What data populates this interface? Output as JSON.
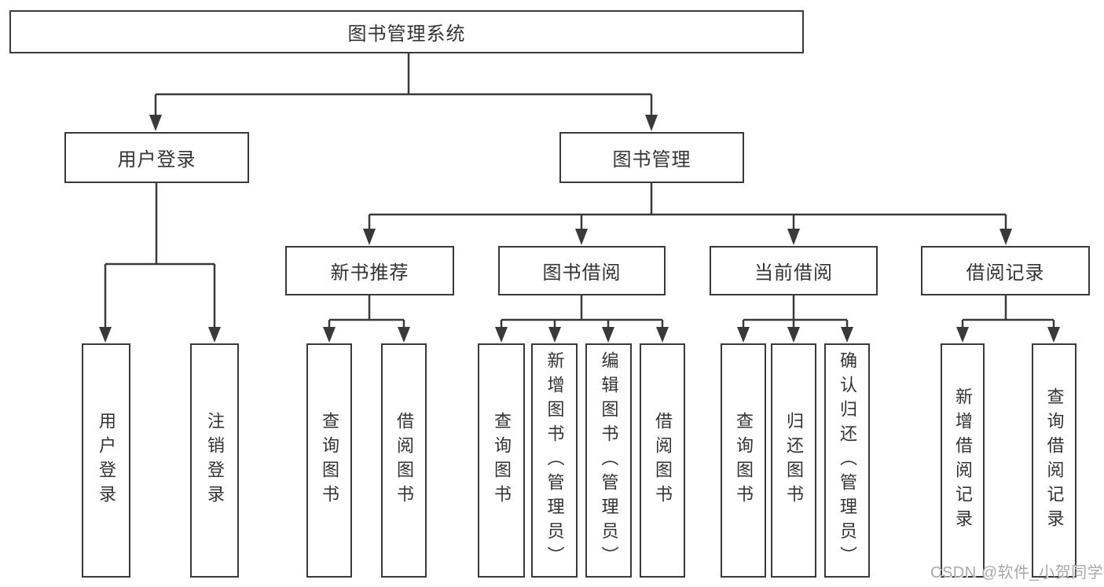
{
  "diagram_type": "hierarchy-tree",
  "tree": {
    "root": {
      "label": "图书管理系统"
    },
    "branches": [
      {
        "label": "用户登录",
        "leaves": [
          "用户登录",
          "注销登录"
        ]
      },
      {
        "label": "图书管理",
        "sections": [
          {
            "label": "新书推荐",
            "leaves": [
              "查询图书",
              "借阅图书"
            ]
          },
          {
            "label": "图书借阅",
            "leaves": [
              "查询图书",
              "新增图书（管理员）",
              "编辑图书（管理员）",
              "借阅图书"
            ]
          },
          {
            "label": "当前借阅",
            "leaves": [
              "查询图书",
              "归还图书",
              "确认归还（管理员）"
            ]
          },
          {
            "label": "借阅记录",
            "leaves": [
              "新增借阅记录",
              "查询借阅记录"
            ]
          }
        ]
      }
    ]
  },
  "watermark": "CSDN @软件_小贺同学",
  "colors": {
    "line": "#3a3a3a",
    "text": "#333333",
    "watermark_text": "#a9a9a9",
    "background": "#ffffff"
  }
}
